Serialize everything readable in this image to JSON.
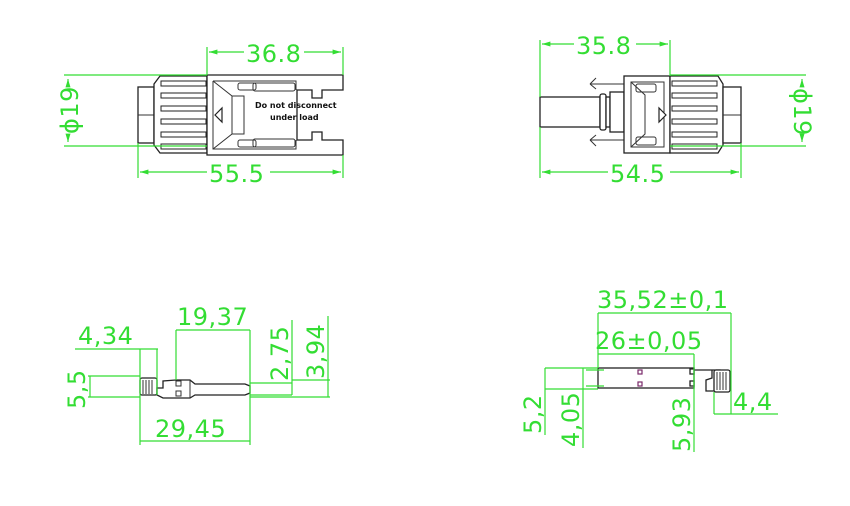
{
  "drawing": {
    "title": "MC4 connector dimension drawing",
    "line_color": "#222222",
    "dimension_color": "#33dd33",
    "unit": "mm"
  },
  "views": {
    "male_connector": {
      "label_line1": "Do not disconnect",
      "label_line2": "under load",
      "dim_body_length": "36.8",
      "dim_total_length": "55.5",
      "dim_diameter": "ϕ19"
    },
    "female_connector": {
      "dim_body_length": "35.8",
      "dim_total_length": "54.5",
      "dim_diameter": "ϕ19"
    },
    "male_contact_pin": {
      "dim_crimp_length": "4,34",
      "dim_pin_length": "19,37",
      "dim_total_length": "29,45",
      "dim_crimp_height": "5,5",
      "dim_pin_dia_1": "2,75",
      "dim_pin_dia_2": "3,94"
    },
    "female_contact_socket": {
      "dim_total_length": "35,52±0,1",
      "dim_socket_length": "26±0,05",
      "dim_outer_height": "5,2",
      "dim_inner_height": "4,05",
      "dim_shoulder": "5,93",
      "dim_crimp_width": "4,4"
    }
  }
}
